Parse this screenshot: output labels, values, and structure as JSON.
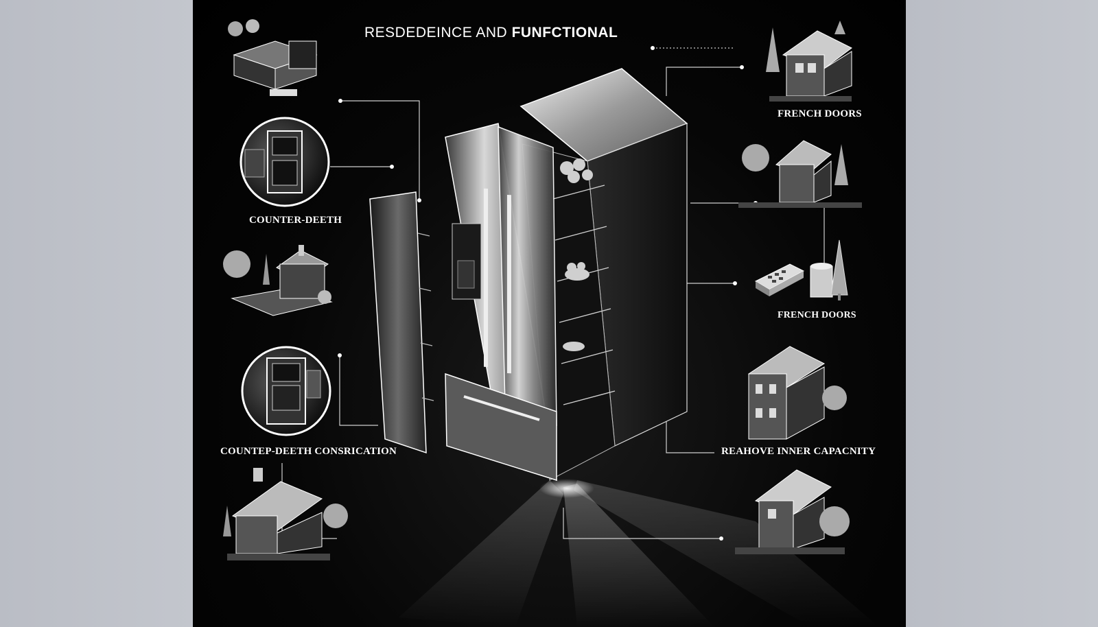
{
  "title": {
    "part1": "RESDEDEINCE AND",
    "part2": "FUNFCTIONAL"
  },
  "labels": {
    "counter_depth": "COUNTER-DEETH",
    "counter_depth_construction": "COUNTEP-DEETH CONSRICATION",
    "french_doors_top": "FRENCH DOORS",
    "french_doors_mid": "FRENCH DOORS",
    "reahove_capacity": "REAHOVE INNER CAPACNITY"
  },
  "colors": {
    "background": "#000000",
    "accent": "#ffffff",
    "side_panels": "#bcbfc7"
  },
  "icons": [
    "kitchen-icon",
    "oven-circle-icon",
    "cottage-icon",
    "oven-circle-icon",
    "house-icon",
    "two-story-house-icon",
    "house-with-trees-icon",
    "remote-control-icon",
    "tree-icon",
    "large-house-icon",
    "small-house-icon",
    "refrigerator-illustration"
  ]
}
